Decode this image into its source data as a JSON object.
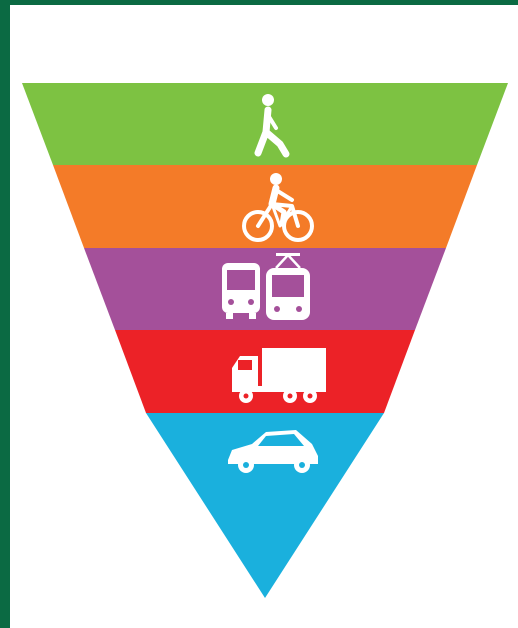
{
  "diagram": {
    "type": "inverted-pyramid",
    "tiers": [
      {
        "id": "pedestrian",
        "icon": "walking-person-icon",
        "color": "#7dc242"
      },
      {
        "id": "bicycle",
        "icon": "cyclist-icon",
        "color": "#f47b28"
      },
      {
        "id": "public-transport",
        "icon": "bus-tram-icon",
        "color": "#a4509a"
      },
      {
        "id": "freight",
        "icon": "truck-icon",
        "color": "#ec2227"
      },
      {
        "id": "private-car",
        "icon": "car-icon",
        "color": "#1ab0dd"
      }
    ]
  },
  "colors": {
    "background": "#0b6a43",
    "panel": "#ffffff",
    "icon": "#ffffff"
  }
}
